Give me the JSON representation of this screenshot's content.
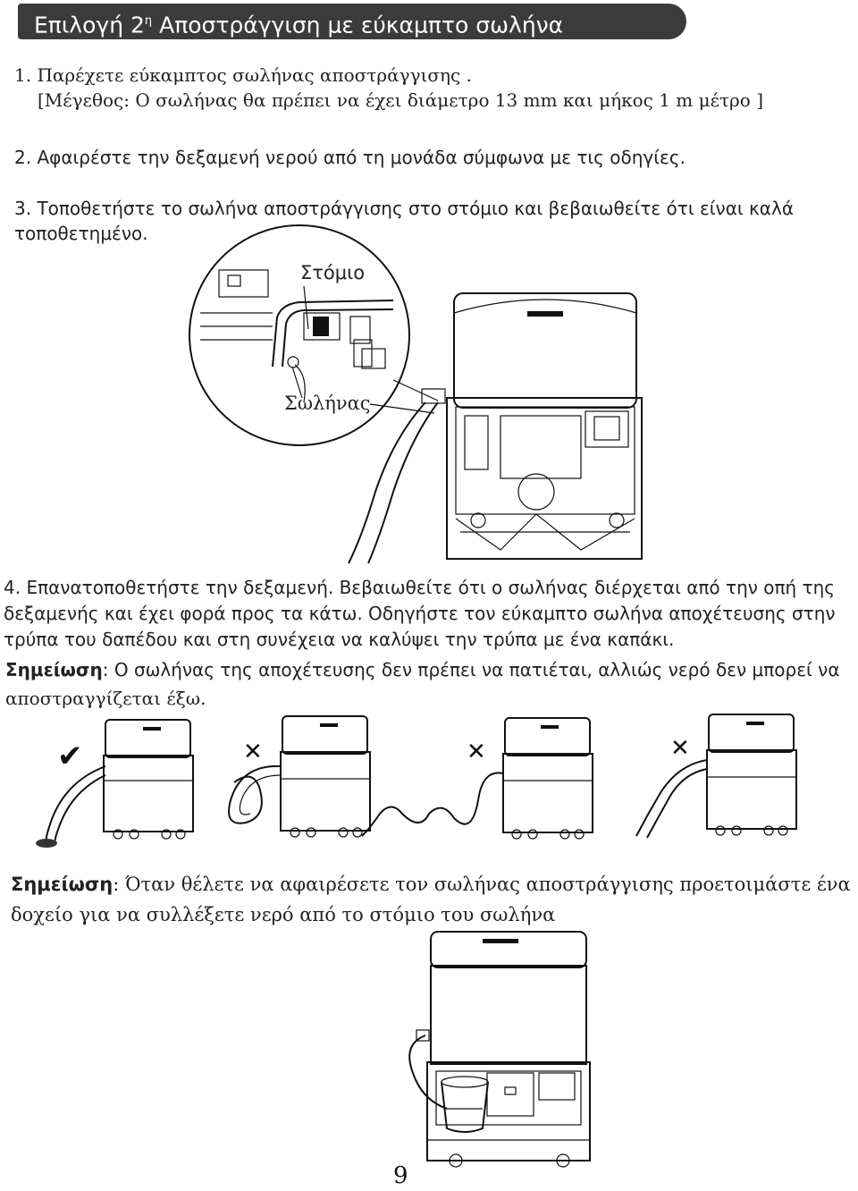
{
  "header": {
    "title_pre": "Επιλογή 2",
    "title_sup": "η",
    "title_post": " Αποστράγγιση με εύκαμπτο σωλήνα"
  },
  "steps": {
    "s1_line1": "1.  Παρέχετε εύκαμπτος σωλήνας αποστράγγισης  .",
    "s1_line2": "[Μέγεθος: Ο σωλήνας θα πρέπει να έχει διάμετρο 13 mm και μήκος 1 m μέτρο ]",
    "s2": "2. Αφαιρέστε την δεξαμενή νερού από τη μονάδα σύμφωνα με τις οδηγίες.",
    "s3_line1": "3. Τοποθετήστε το σωλήνα αποστράγγισης στο στόμιο και βεβαιωθείτε ότι είναι καλά",
    "s3_line2": "τοποθετημένο.",
    "s4_line1": "4. Επανατοποθετήστε την δεξαμενή. Βεβαιωθείτε ότι ο σωλήνας διέρχεται από την οπή της",
    "s4_line2": "δεξαμενής και έχει φορά προς τα κάτω. Οδηγήστε τον εύκαμπτο σωλήνα αποχέτευσης στην",
    "s4_line3": "τρύπα του δαπέδου και στη συνέχεια να καλύψει την τρύπα με ένα καπάκι."
  },
  "figure1": {
    "label_outlet": "Στόμιο",
    "label_hose": "Σωλήνας"
  },
  "note1": {
    "label": "Σημείωση",
    "text_line1": ": Ο σωλήνας της αποχέτευσης δεν πρέπει να πατιέται, αλλιώς νερό δεν μπορεί να",
    "text_line2": "αποστραγγίζεται έξω."
  },
  "hose_examples": {
    "marks": [
      "✔",
      "✕",
      "✕",
      "✕"
    ]
  },
  "note2": {
    "label": "Σημείωση",
    "text_line1": ": Όταν θέλετε να αφαιρέσετε τον σωλήνας αποστράγγισης προετοιμάστε ένα",
    "text_line2": "δοχείο για να συλλέξετε νερό από το στόμιο του σωλήνα"
  },
  "footer": {
    "page_number": "9"
  }
}
